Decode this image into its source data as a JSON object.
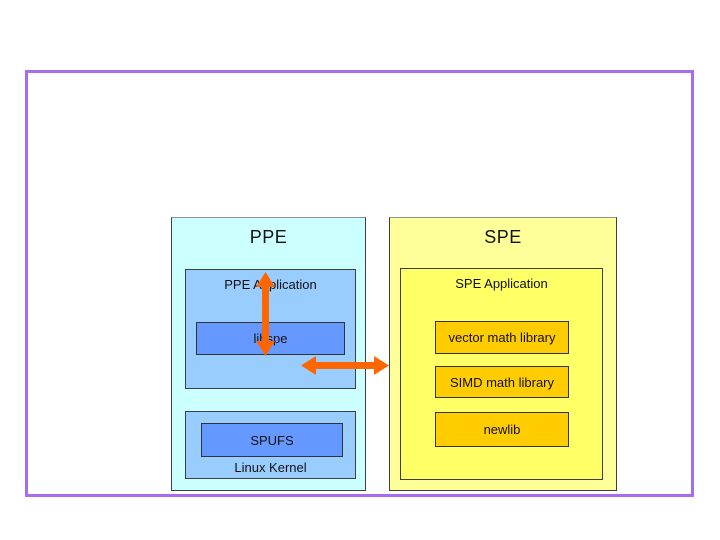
{
  "colors": {
    "frame_border": "#a76cf2",
    "ppe_fill": "#ccffff",
    "ppe_inner_fill": "#99ccff",
    "ppe_module_fill": "#6699ff",
    "spe_fill": "#ffff99",
    "spe_inner_fill": "#ffff66",
    "spe_module_fill": "#ffcc00",
    "arrow": "#ff6600",
    "box_border": "#3f3f3f"
  },
  "diagram": {
    "ppe": {
      "title": "PPE",
      "application": {
        "title": "PPE Application",
        "modules": [
          {
            "label": "libspe"
          }
        ]
      },
      "kernel": {
        "title": "Linux Kernel",
        "modules": [
          {
            "label": "SPUFS"
          }
        ]
      }
    },
    "spe": {
      "title": "SPE",
      "application": {
        "title": "SPE Application",
        "modules": [
          {
            "label": "vector math library"
          },
          {
            "label": "SIMD math library"
          },
          {
            "label": "newlib"
          }
        ]
      }
    },
    "arrows": [
      {
        "name": "libspe-spufs",
        "style": "double-headed",
        "from": "libspe",
        "to": "SPUFS"
      },
      {
        "name": "spufs-spe-application",
        "style": "double-headed",
        "from": "SPUFS",
        "to": "SPE Application"
      }
    ]
  }
}
